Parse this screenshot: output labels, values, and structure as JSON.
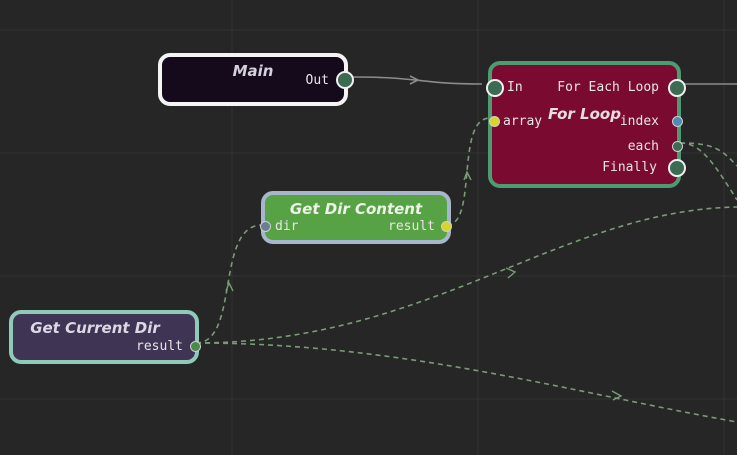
{
  "colors": {
    "background": "#262626",
    "grid_line": "#333333",
    "exec_wire": "#8c8c8c",
    "data_wire": "#7a9a78",
    "exec_pin": "#3b6b52",
    "array_pin": "#d8d428",
    "index_pin": "#4b8db5",
    "each_pin": "#3b6b52",
    "dir_pin": "#6a7f94",
    "result_pin": "#4a8a4a"
  },
  "nodes": {
    "main": {
      "title": "Main",
      "pins": {
        "out": "Out"
      },
      "colors": {
        "body": "#150a1c",
        "border": "#f4f4f4",
        "title": "#d4d0dc"
      }
    },
    "for_loop": {
      "title": "For Loop",
      "pins": {
        "in": "In",
        "array": "array",
        "for_each_loop": "For Each Loop",
        "index": "index",
        "each": "each",
        "finally": "Finally"
      },
      "colors": {
        "body": "#7b0a30",
        "border": "#4e9a73",
        "title": "#e8dde2"
      }
    },
    "get_dir_content": {
      "title": "Get Dir Content",
      "pins": {
        "dir": "dir",
        "result": "result"
      },
      "colors": {
        "body": "#57a244",
        "border": "#a8b6cc",
        "title": "#eef3ea"
      }
    },
    "get_current_dir": {
      "title": "Get Current Dir",
      "pins": {
        "result": "result"
      },
      "colors": {
        "body": "#3f3454",
        "border": "#8fcab9",
        "title": "#dcd8e4"
      }
    }
  }
}
